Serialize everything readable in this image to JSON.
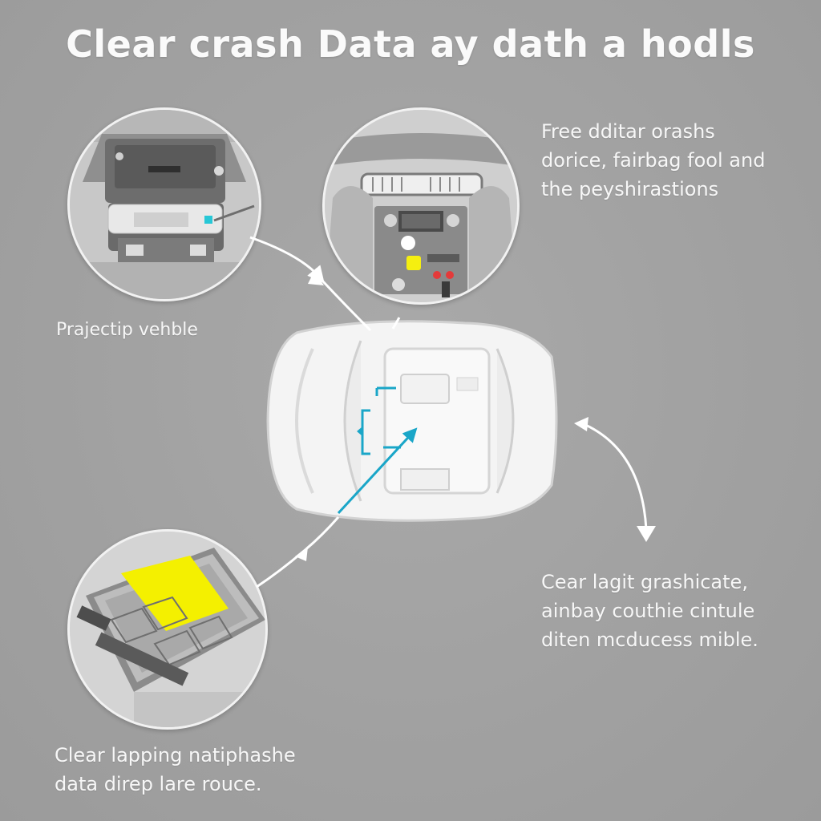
{
  "title": "Clear crash Data ay dath a hodls",
  "captions": {
    "top_right": [
      "Free dditar orashs",
      "dorice, fairbag fool and",
      "the peyshirastions"
    ],
    "left": [
      "Prajectip vehble"
    ],
    "bottom_right": [
      "Cear lagit grashicate,",
      "ainbay couthie cintule",
      "diten mcducess mible."
    ],
    "bottom_left": [
      "Clear lapping natiphashe",
      "data direp lare rouce."
    ]
  },
  "colors": {
    "background": "#a3a3a3",
    "accent_yellow": "#f2ef00",
    "accent_cyan": "#1aa6c8",
    "arrow_white": "#ffffff"
  },
  "icons": {
    "top_left_circle": "airbag-module-photo",
    "top_middle_circle": "dashboard-console-photo",
    "bottom_left_circle": "control-module-board-photo",
    "center": "car-top-view"
  }
}
